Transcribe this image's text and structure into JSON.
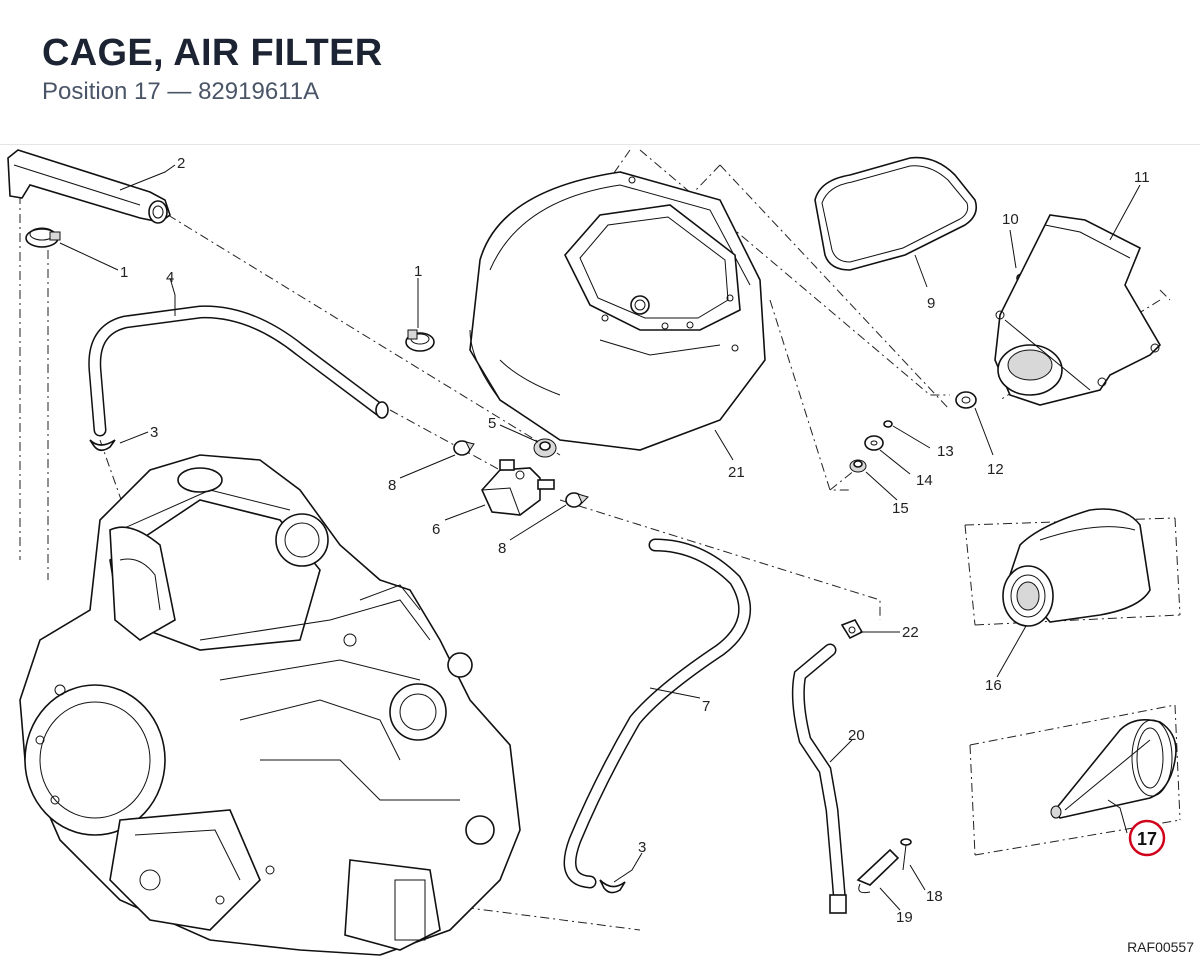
{
  "header": {
    "title": "CAGE, AIR FILTER",
    "subtitle": "Position 17 — 82919611A"
  },
  "diagram": {
    "reference_code": "RAF00557",
    "highlight_color": "#d0021b",
    "callouts": [
      {
        "id": "c1a",
        "label": "1"
      },
      {
        "id": "c1b",
        "label": "1"
      },
      {
        "id": "c2",
        "label": "2"
      },
      {
        "id": "c3a",
        "label": "3"
      },
      {
        "id": "c3b",
        "label": "3"
      },
      {
        "id": "c4",
        "label": "4"
      },
      {
        "id": "c5",
        "label": "5"
      },
      {
        "id": "c6",
        "label": "6"
      },
      {
        "id": "c7",
        "label": "7"
      },
      {
        "id": "c8a",
        "label": "8"
      },
      {
        "id": "c8b",
        "label": "8"
      },
      {
        "id": "c9",
        "label": "9"
      },
      {
        "id": "c10",
        "label": "10"
      },
      {
        "id": "c11",
        "label": "11"
      },
      {
        "id": "c12",
        "label": "12"
      },
      {
        "id": "c13",
        "label": "13"
      },
      {
        "id": "c14",
        "label": "14"
      },
      {
        "id": "c15",
        "label": "15"
      },
      {
        "id": "c16",
        "label": "16"
      },
      {
        "id": "c17",
        "label": "17",
        "highlighted": true
      },
      {
        "id": "c18",
        "label": "18"
      },
      {
        "id": "c19",
        "label": "19"
      },
      {
        "id": "c20",
        "label": "20"
      },
      {
        "id": "c21",
        "label": "21"
      },
      {
        "id": "c22",
        "label": "22"
      }
    ]
  }
}
